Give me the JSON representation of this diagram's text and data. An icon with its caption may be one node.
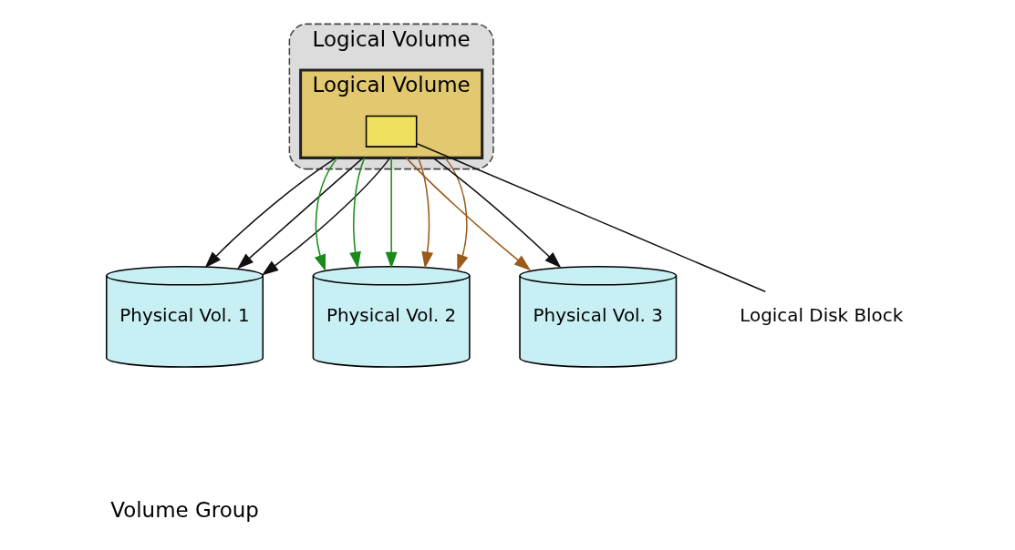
{
  "diagram": {
    "nodes": [
      {
        "text": [
          "Logical Volume"
        ]
      },
      {
        "text": [
          "Logical Volume"
        ],
        "in": 0
      },
      {
        "text": [],
        "shape": "box",
        "in": 1
      },
      {
        "text": [
          "Logical Disk Block"
        ]
      },
      {
        "text": [
          "Physical Vol. 1"
        ]
      },
      {
        "text": [
          "Physical Vol. 2"
        ]
      },
      {
        "text": [
          "Physical Vol. 3"
        ]
      }
    ],
    "edges": [
      {
        "from": 3,
        "to": 2,
        "arrow": "none"
      },
      {
        "from": 1,
        "to": 4,
        "arrow": "to"
      },
      {
        "from": 1,
        "to": 4,
        "arrow": "to"
      },
      {
        "from": 1,
        "to": 4,
        "arrow": "to"
      },
      {
        "from": 1,
        "to": 5,
        "arrow": "to",
        "color": "#1a8a1a"
      },
      {
        "from": 1,
        "to": 5,
        "arrow": "to",
        "color": "#1a8a1a"
      },
      {
        "from": 1,
        "to": 5,
        "arrow": "to",
        "color": "#1a8a1a"
      },
      {
        "from": 1,
        "to": 5,
        "arrow": "to",
        "color": "#9a5a1a"
      },
      {
        "from": 1,
        "to": 5,
        "arrow": "to",
        "color": "#9a5a1a"
      },
      {
        "from": 1,
        "to": 6,
        "arrow": "to",
        "color": "#9a5a1a"
      },
      {
        "from": 1,
        "to": 6,
        "arrow": "to"
      }
    ],
    "labels": [
      "Volume Group"
    ]
  }
}
